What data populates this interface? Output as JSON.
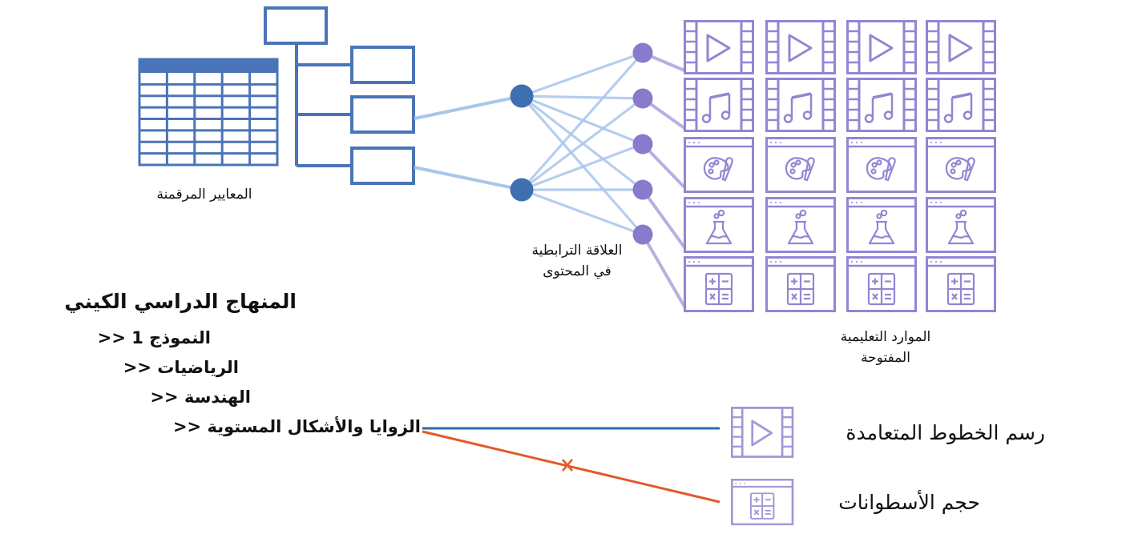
{
  "colors": {
    "standards_blue": "#4a74b8",
    "node_blue": "#3f6fb0",
    "link_blue": "#a9c5ea",
    "node_purple": "#8a7acb",
    "link_purple": "#b8b0e0",
    "resource_purple": "#9286d3",
    "linked_line": "#2e6aa8",
    "unlinked_line": "#e05a28"
  },
  "labels": {
    "digitized_standards": "المعايير المرقمنة",
    "content_relationship_line1": "العلاقة الترابطية",
    "content_relationship_line2": "في المحتوى",
    "open_resources_line1": "الموارد التعليمية",
    "open_resources_line2": "المفتوحة"
  },
  "curriculum": {
    "title": "المنهاج الدراسي الكيني",
    "path": [
      "النموذج 1 <<",
      "الرياضيات <<",
      "الهندسة <<",
      "الزوايا والأشكال المستوية <<"
    ]
  },
  "resource_grid": {
    "columns": 4,
    "rows": [
      "video",
      "audio",
      "art",
      "science",
      "math"
    ]
  },
  "matches": [
    {
      "label": "رسم الخطوط المتعامدة",
      "icon": "video",
      "status": "linked"
    },
    {
      "label": "حجم الأسطوانات",
      "icon": "math",
      "status": "rejected"
    }
  ],
  "network": {
    "standard_nodes": 2,
    "resource_nodes": 5
  }
}
